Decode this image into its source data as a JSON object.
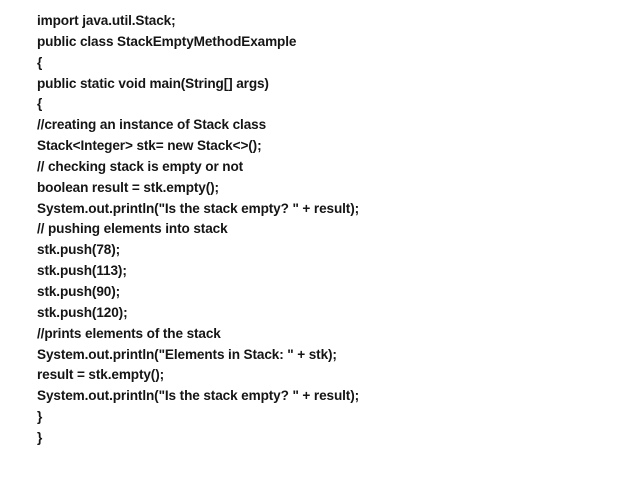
{
  "document": {
    "kind": "code-listing",
    "language": "Java",
    "class_name": "StackEmptyMethodExample",
    "background_color": "#ffffff",
    "text_color": "#151515",
    "lines": [
      "import java.util.Stack;",
      "public class StackEmptyMethodExample",
      "{",
      "public static void main(String[] args)",
      "{",
      "//creating an instance of Stack class",
      "Stack<Integer> stk= new Stack<>();",
      "// checking stack is empty or not",
      "boolean result = stk.empty();",
      "System.out.println(\"Is the stack empty? \" + result);",
      "// pushing elements into stack",
      "stk.push(78);",
      "stk.push(113);",
      "stk.push(90);",
      "stk.push(120);",
      "//prints elements of the stack",
      "System.out.println(\"Elements in Stack: \" + stk);",
      "result = stk.empty();",
      "System.out.println(\"Is the stack empty? \" + result);",
      "}",
      "}"
    ]
  }
}
